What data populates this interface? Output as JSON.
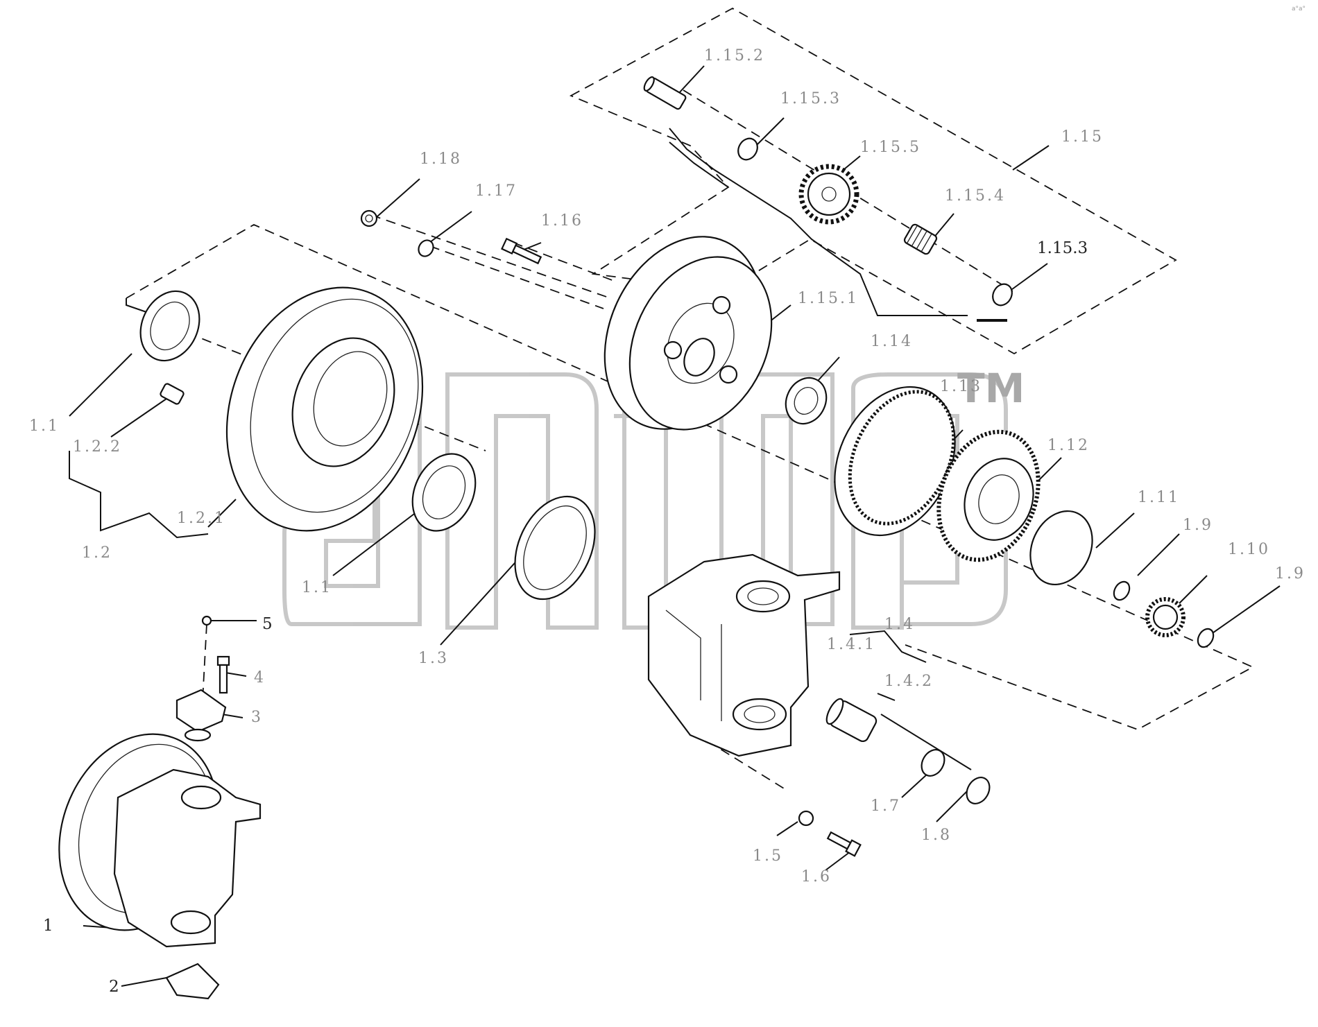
{
  "watermark": {
    "tm": "TM"
  },
  "corner_mark": "a°a°",
  "labels": {
    "l_1_15_2": "1.15.2",
    "l_1_15_3a": "1.15.3",
    "l_1_15": "1.15",
    "l_1_15_5": "1.15.5",
    "l_1_15_4": "1.15.4",
    "l_1_15_3b": "1.15.3",
    "l_1_15_1": "1.15.1",
    "l_1_18": "1.18",
    "l_1_17": "1.17",
    "l_1_16": "1.16",
    "l_1_1a": "1.1",
    "l_1_2_2": "1.2.2",
    "l_1_2_1": "1.2.1",
    "l_1_2": "1.2",
    "l_1_1b": "1.1",
    "l_1_3": "1.3",
    "l_1_14": "1.14",
    "l_1_13": "1.13",
    "l_1_12": "1.12",
    "l_1_11": "1.11",
    "l_1_9a": "1.9",
    "l_1_10": "1.10",
    "l_1_9b": "1.9",
    "l_1_4": "1.4",
    "l_1_4_1": "1.4.1",
    "l_1_4_2": "1.4.2",
    "l_1_7": "1.7",
    "l_1_8": "1.8",
    "l_1_5": "1.5",
    "l_1_6": "1.6",
    "l_5": "5",
    "l_4": "4",
    "l_3": "3",
    "l_1": "1",
    "l_2": "2"
  }
}
